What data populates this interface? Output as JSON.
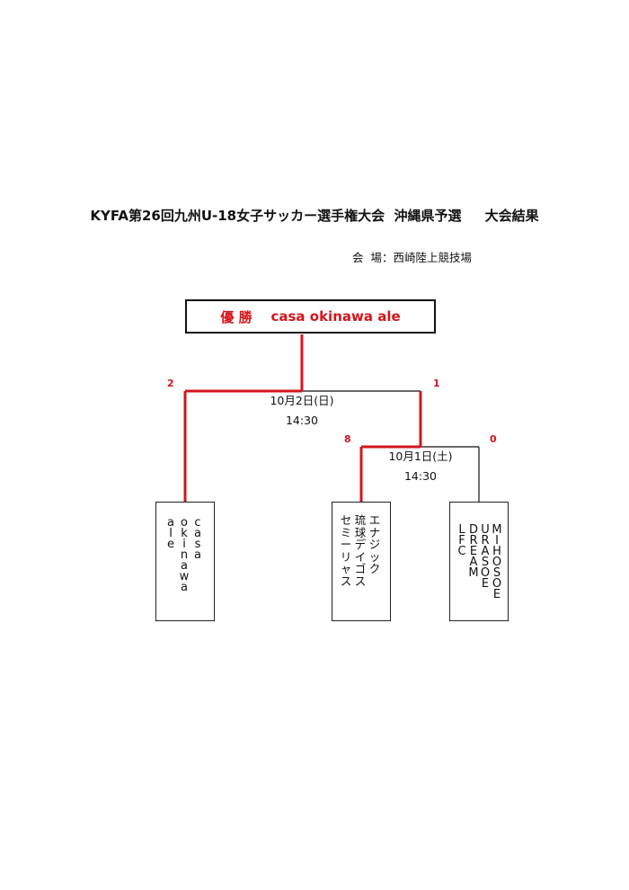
{
  "header": {
    "title": "KYFA第26回九州U-18女子サッカー選手権大会  沖縄県予選     大会結果",
    "venue": "会  場：西崎陸上競技場"
  },
  "champion": {
    "label": "優 勝",
    "team": "casa okinawa ale"
  },
  "matches": {
    "final": {
      "date": "10月2日(日)",
      "time": "14:30",
      "score_left": "2",
      "score_right": "1"
    },
    "semifinal": {
      "date": "10月1日(土)",
      "time": "14:30",
      "score_left": "8",
      "score_right": "0"
    }
  },
  "teams": [
    {
      "name": "casa okinawa ale",
      "columns": [
        "casa",
        "okinawa",
        "ale"
      ]
    },
    {
      "name": "エナジック 琉球デイゴス セミーリャス",
      "columns": [
        "エナジック",
        "琉球デイゴス",
        "セミーリャス"
      ]
    },
    {
      "name": "MIHOSOE URASOE DREAM LFC",
      "columns": [
        "MIHOSOE",
        "URASOE",
        "DREAM",
        "LFC"
      ]
    }
  ],
  "colors": {
    "accent": "#d4151b",
    "line": "#111111"
  }
}
